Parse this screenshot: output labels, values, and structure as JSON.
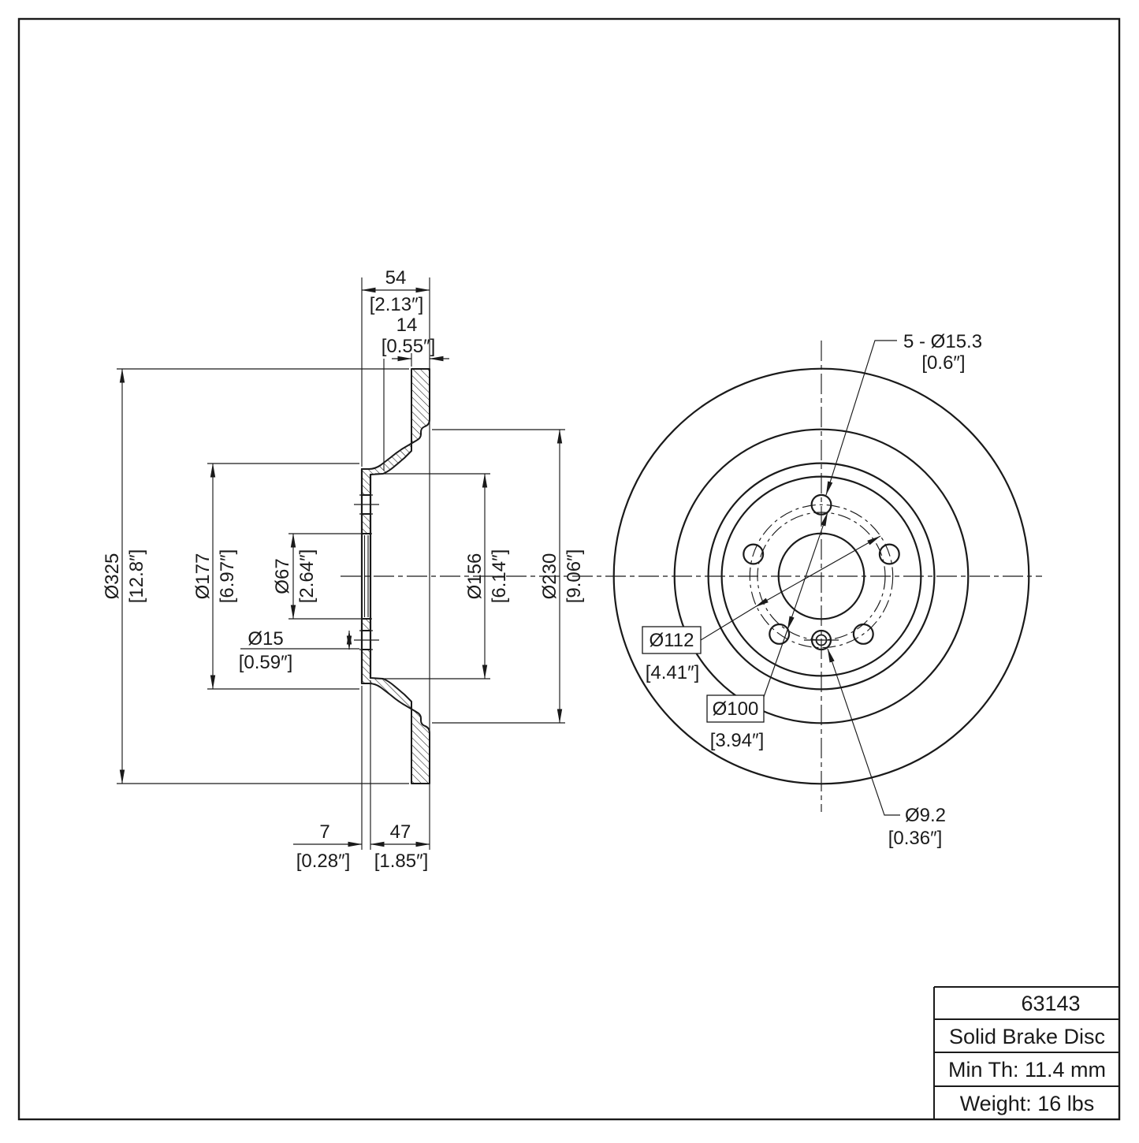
{
  "title_block": {
    "part_number": "63143",
    "description": "Solid Brake Disc",
    "min_thickness": "Min Th: 11.4 mm",
    "weight": "Weight: 16 lbs"
  },
  "section_view": {
    "overall_width": {
      "mm": "54",
      "in": "[2.13″]"
    },
    "disc_thickness": {
      "mm": "14",
      "in": "[0.55″]"
    },
    "outer_diameter": {
      "mm": "Ø325",
      "in": "[12.8″]"
    },
    "hat_diameter": {
      "mm": "Ø177",
      "in": "[6.97″]"
    },
    "center_bore": {
      "mm": "Ø67",
      "in": "[2.64″]"
    },
    "screw_hole": {
      "mm": "Ø15",
      "in": "[0.59″]"
    },
    "hat_inner_diameter": {
      "mm": "Ø156",
      "in": "[6.14″]"
    },
    "friction_inner_diameter": {
      "mm": "Ø230",
      "in": "[9.06″]"
    },
    "hub_face_offset": {
      "mm": "7",
      "in": "[0.28″]"
    },
    "hat_depth": {
      "mm": "47",
      "in": "[1.85″]"
    }
  },
  "front_view": {
    "bolt_holes": {
      "mm": "5 - Ø15.3",
      "in": "[0.6″]"
    },
    "bolt_circle": {
      "mm": "Ø112",
      "in": "[4.41″]"
    },
    "screw_circle": {
      "mm": "Ø100",
      "in": "[3.94″]"
    },
    "set_screw": {
      "mm": "Ø9.2",
      "in": "[0.36″]"
    }
  }
}
